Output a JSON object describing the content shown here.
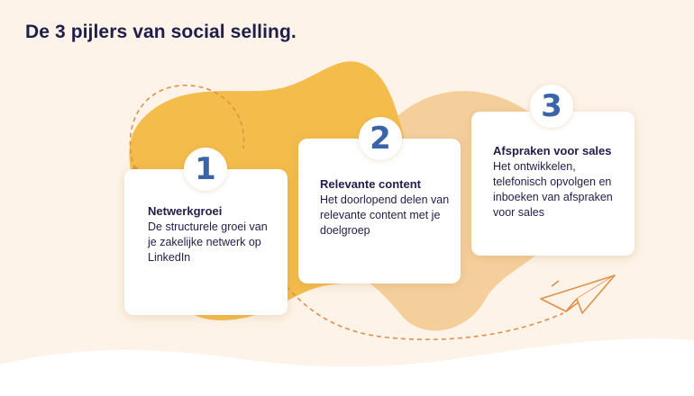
{
  "title": "De 3 pijlers van social selling.",
  "colors": {
    "background": "#fdf3e8",
    "blob_dark": "#f3bc4b",
    "blob_light": "#f4cf9c",
    "dashes": "#e0904a",
    "number": "#3a64a8",
    "text": "#1f1d4a"
  },
  "pillars": [
    {
      "number": "1",
      "title": "Netwerkgroei",
      "description": "De structurele groei van je zakelijke netwerk op LinkedIn"
    },
    {
      "number": "2",
      "title": "Relevante content",
      "description": "Het doorlopend delen van relevante content met je doelgroep"
    },
    {
      "number": "3",
      "title": "Afspraken voor sales",
      "description": "Het ontwikkelen, telefonisch opvolgen en inboeken van afspraken voor sales"
    }
  ],
  "decorations": {
    "icon": "paper-plane-icon"
  }
}
